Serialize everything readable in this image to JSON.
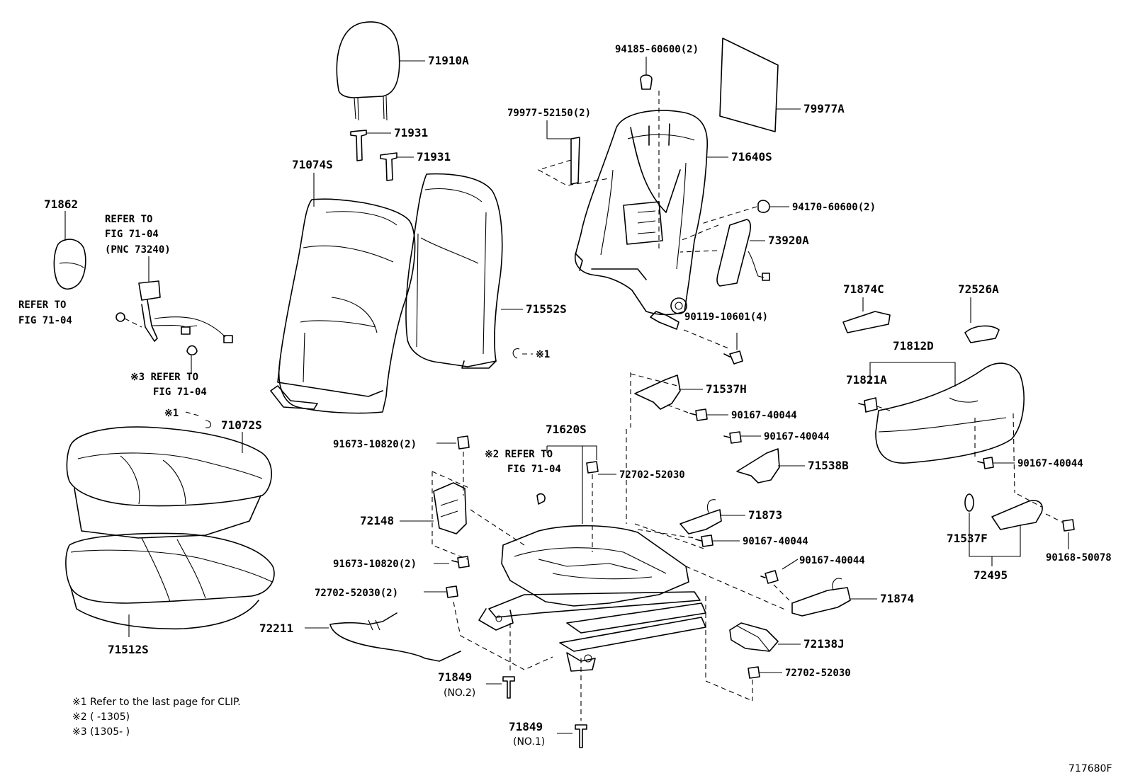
{
  "labels": {
    "p71910A": "71910A",
    "p71931a": "71931",
    "p71931b": "71931",
    "p71074S": "71074S",
    "p71862": "71862",
    "p71552S": "71552S",
    "p94185": "94185-60600(2)",
    "p79977A": "79977A",
    "p79977_52150": "79977-52150(2)",
    "p71640S": "71640S",
    "p94170": "94170-60600(2)",
    "p73920A": "73920A",
    "p90119": "90119-10601(4)",
    "p71874C": "71874C",
    "p72526A": "72526A",
    "p71812D": "71812D",
    "p71821A": "71821A",
    "p71537H": "71537H",
    "p90167_a": "90167-40044",
    "p90167_b": "90167-40044",
    "p71538B": "71538B",
    "p90167_c": "90167-40044",
    "p71620S": "71620S",
    "p91673_a": "91673-10820(2)",
    "p72702_a": "72702-52030",
    "p71072S": "71072S",
    "p72148": "72148",
    "p71873": "71873",
    "p90167_d": "90167-40044",
    "p91673_b": "91673-10820(2)",
    "p72702_b": "72702-52030(2)",
    "p90167_e": "90167-40044",
    "p71537F": "71537F",
    "p90168": "90168-50078",
    "p72495": "72495",
    "p71874": "71874",
    "p72211": "72211",
    "p72138J": "72138J",
    "p71512S": "71512S",
    "p72702_c": "72702-52030",
    "p71849_a": "71849",
    "p71849_b": "71849"
  },
  "sublabels": {
    "no2": "(NO.2)",
    "no1": "(NO.1)"
  },
  "refs": {
    "refer_a_1": "REFER TO",
    "refer_a_2": "FIG 71-04",
    "refer_a_3": "(PNC 73240)",
    "refer_b_1": "REFER TO",
    "refer_b_2": "FIG 71-04",
    "refer_c_1": "※3 REFER TO",
    "refer_c_2": "FIG 71-04",
    "refer_d_1": "※2 REFER TO",
    "refer_d_2": "FIG 71-04",
    "mark1_a": "※1",
    "mark1_b": "※1"
  },
  "notes": {
    "n1": "※1 Refer to the last page for CLIP.",
    "n2": "※2 (      -1305)",
    "n3": "※3 (1305-      )"
  },
  "figure_id": "717680F"
}
